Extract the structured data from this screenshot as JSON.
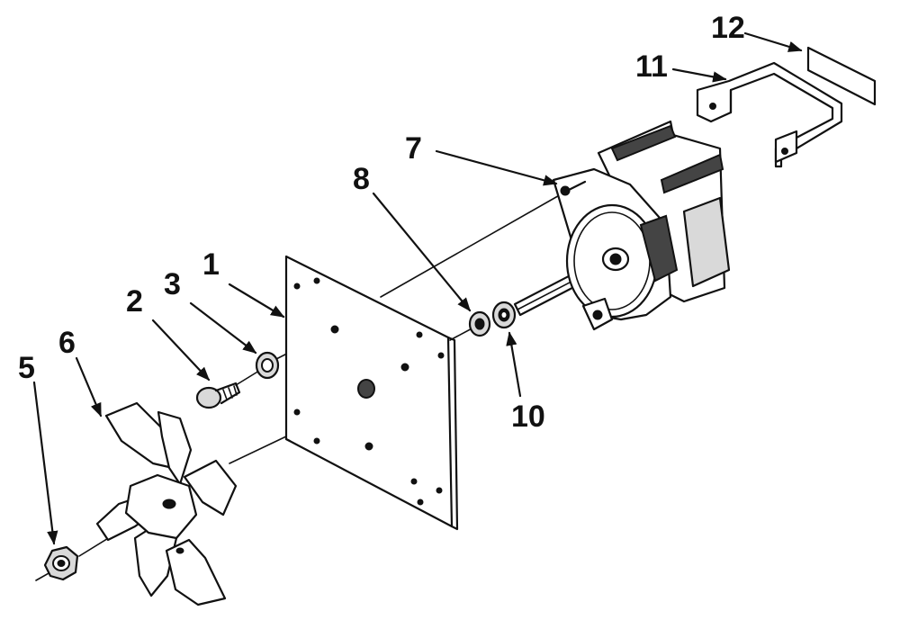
{
  "diagram": {
    "callouts": [
      {
        "id": "c1",
        "text": "1"
      },
      {
        "id": "c2",
        "text": "2"
      },
      {
        "id": "c3",
        "text": "3"
      },
      {
        "id": "c5",
        "text": "5"
      },
      {
        "id": "c6",
        "text": "6"
      },
      {
        "id": "c7",
        "text": "7"
      },
      {
        "id": "c8",
        "text": "8"
      },
      {
        "id": "c10",
        "text": "10"
      },
      {
        "id": "c11",
        "text": "11"
      },
      {
        "id": "c12",
        "text": "12"
      }
    ]
  }
}
